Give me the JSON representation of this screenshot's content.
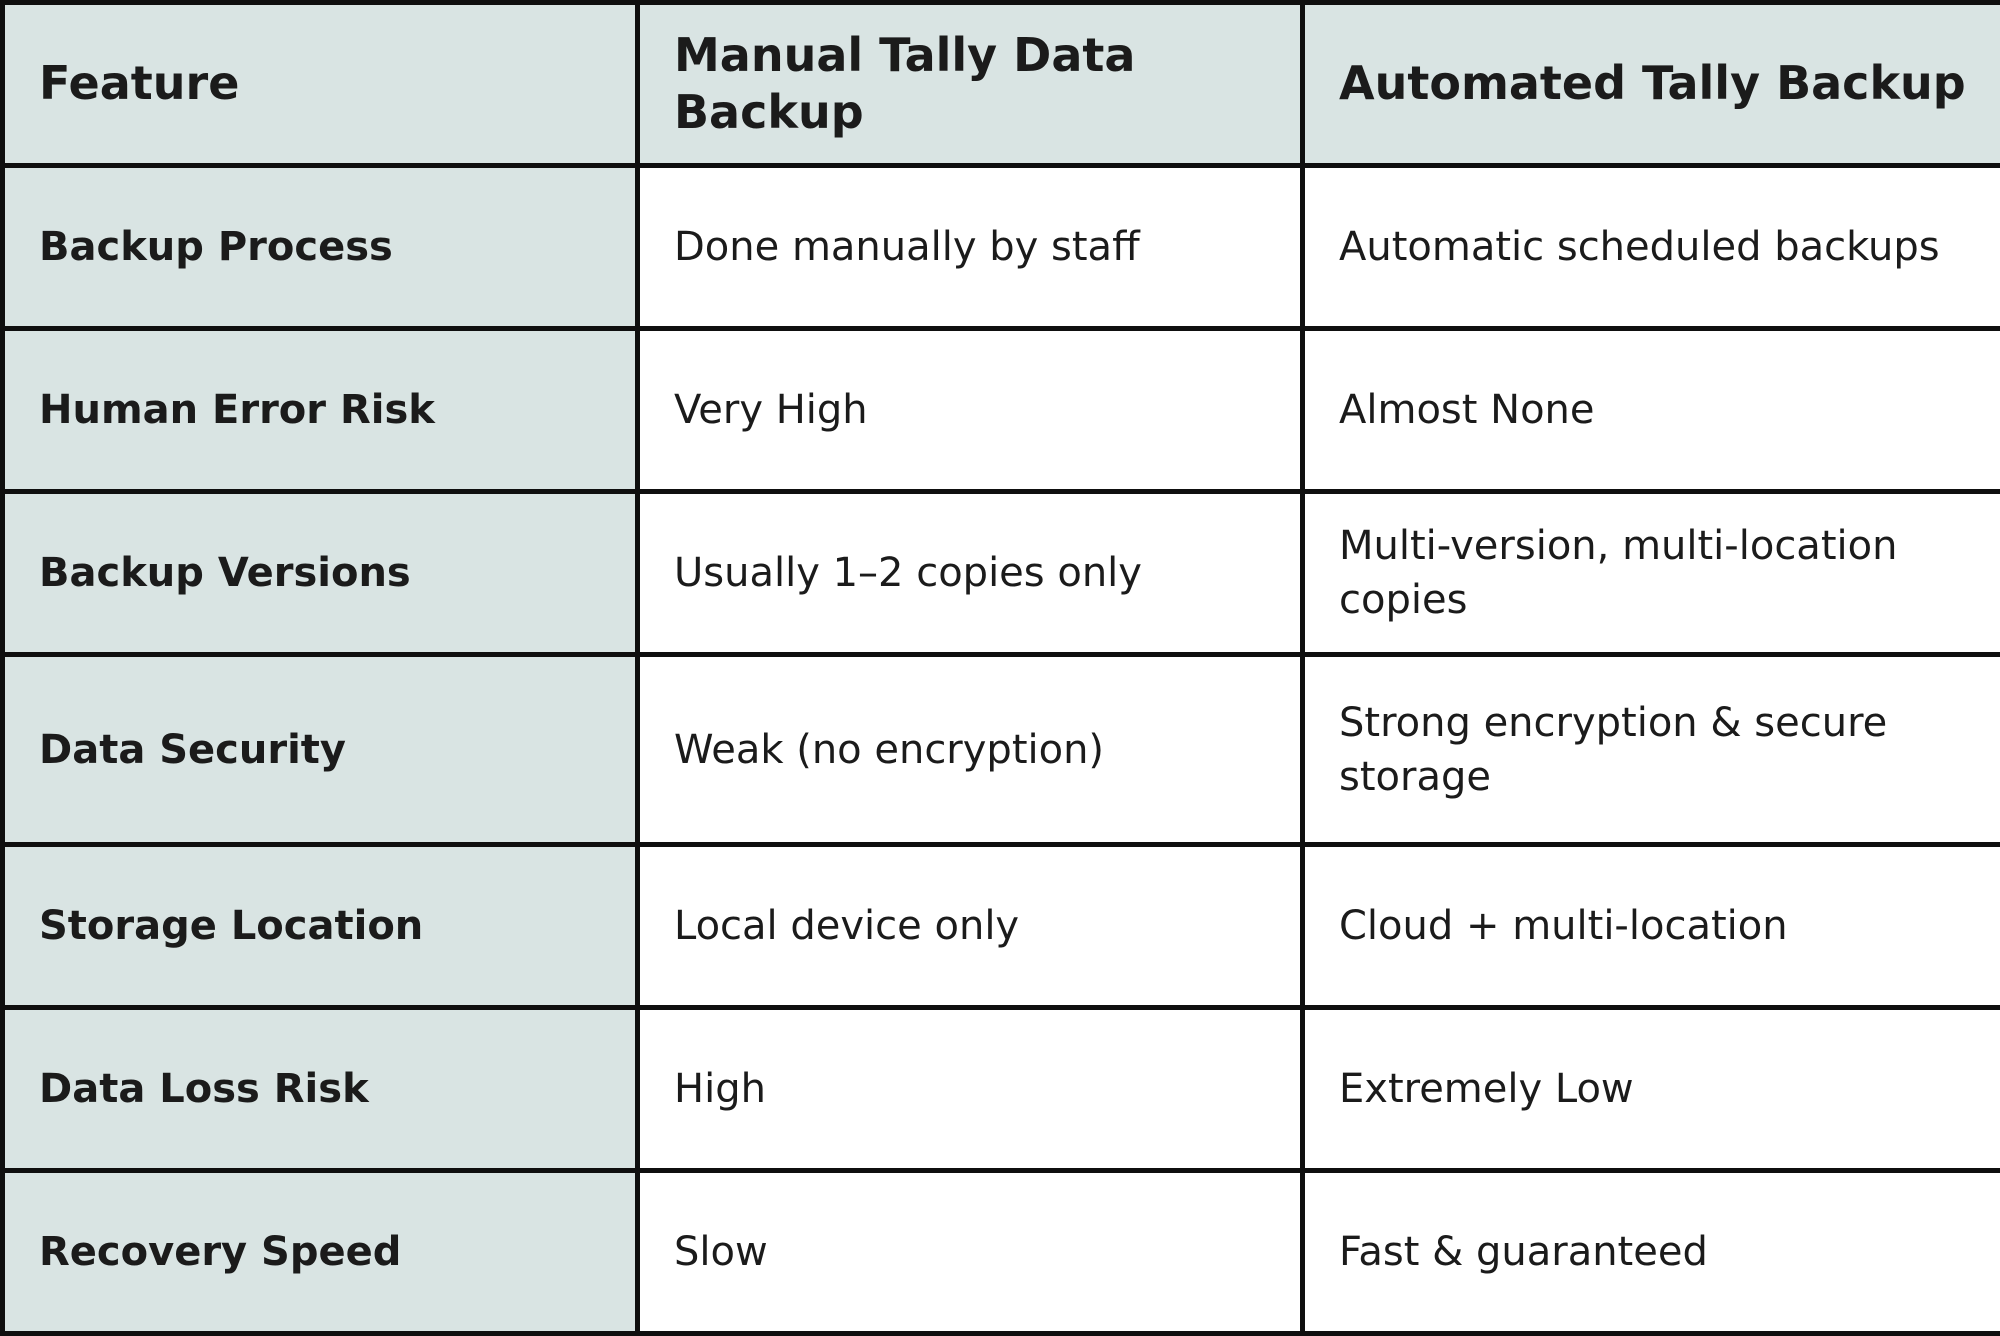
{
  "table": {
    "headers": [
      "Feature",
      "Manual Tally Data Backup",
      "Automated Tally Backup"
    ],
    "rows": [
      {
        "feature": "Backup Process",
        "manual": "Done manually by staff",
        "automated": "Automatic scheduled backups"
      },
      {
        "feature": "Human Error Risk",
        "manual": "Very High",
        "automated": "Almost None"
      },
      {
        "feature": "Backup Versions",
        "manual": "Usually 1–2 copies only",
        "automated": "Multi-version, multi-location copies"
      },
      {
        "feature": "Data Security",
        "manual": "Weak (no encryption)",
        "automated": "Strong encryption & secure storage"
      },
      {
        "feature": "Storage Location",
        "manual": "Local device only",
        "automated": "Cloud + multi-location"
      },
      {
        "feature": "Data Loss Risk",
        "manual": "High",
        "automated": "Extremely Low"
      },
      {
        "feature": "Recovery Speed",
        "manual": "Slow",
        "automated": "Fast & guaranteed"
      }
    ],
    "colors": {
      "header_bg": "#d9e4e3",
      "feature_col_bg": "#d9e4e3",
      "border": "#0f0f0f",
      "text": "#1b1b1b",
      "cell_bg": "#ffffff"
    }
  }
}
